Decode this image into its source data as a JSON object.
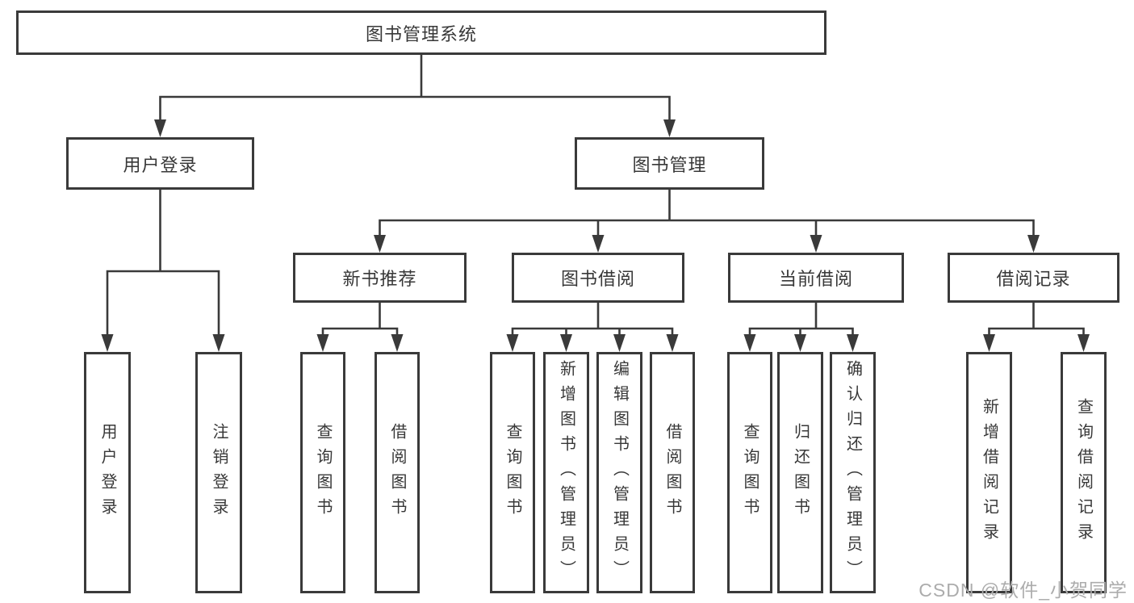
{
  "diagram": {
    "type": "functional-structure-tree",
    "colors": {
      "line": "#3a3a3a",
      "box_border": "#3a3a3a",
      "box_background": "#ffffff",
      "text": "#383838",
      "watermark": "#acacac",
      "page_background": "#ffffff"
    },
    "tree": {
      "label": "图书管理系统",
      "children": [
        {
          "label": "用户登录",
          "children": [
            {
              "label": "用户登录"
            },
            {
              "label": "注销登录"
            }
          ]
        },
        {
          "label": "图书管理",
          "children": [
            {
              "label": "新书推荐",
              "children": [
                {
                  "label": "查询图书"
                },
                {
                  "label": "借阅图书"
                }
              ]
            },
            {
              "label": "图书借阅",
              "children": [
                {
                  "label": "查询图书"
                },
                {
                  "label": "新增图书（管理员）"
                },
                {
                  "label": "编辑图书（管理员）"
                },
                {
                  "label": "借阅图书"
                }
              ]
            },
            {
              "label": "当前借阅",
              "children": [
                {
                  "label": "查询图书"
                },
                {
                  "label": "归还图书"
                },
                {
                  "label": "确认归还（管理员）"
                }
              ]
            },
            {
              "label": "借阅记录",
              "children": [
                {
                  "label": "新增借阅记录"
                },
                {
                  "label": "查询借阅记录"
                }
              ]
            }
          ]
        }
      ]
    },
    "watermark": {
      "text": "CSDN @软件_小贺同学"
    }
  }
}
